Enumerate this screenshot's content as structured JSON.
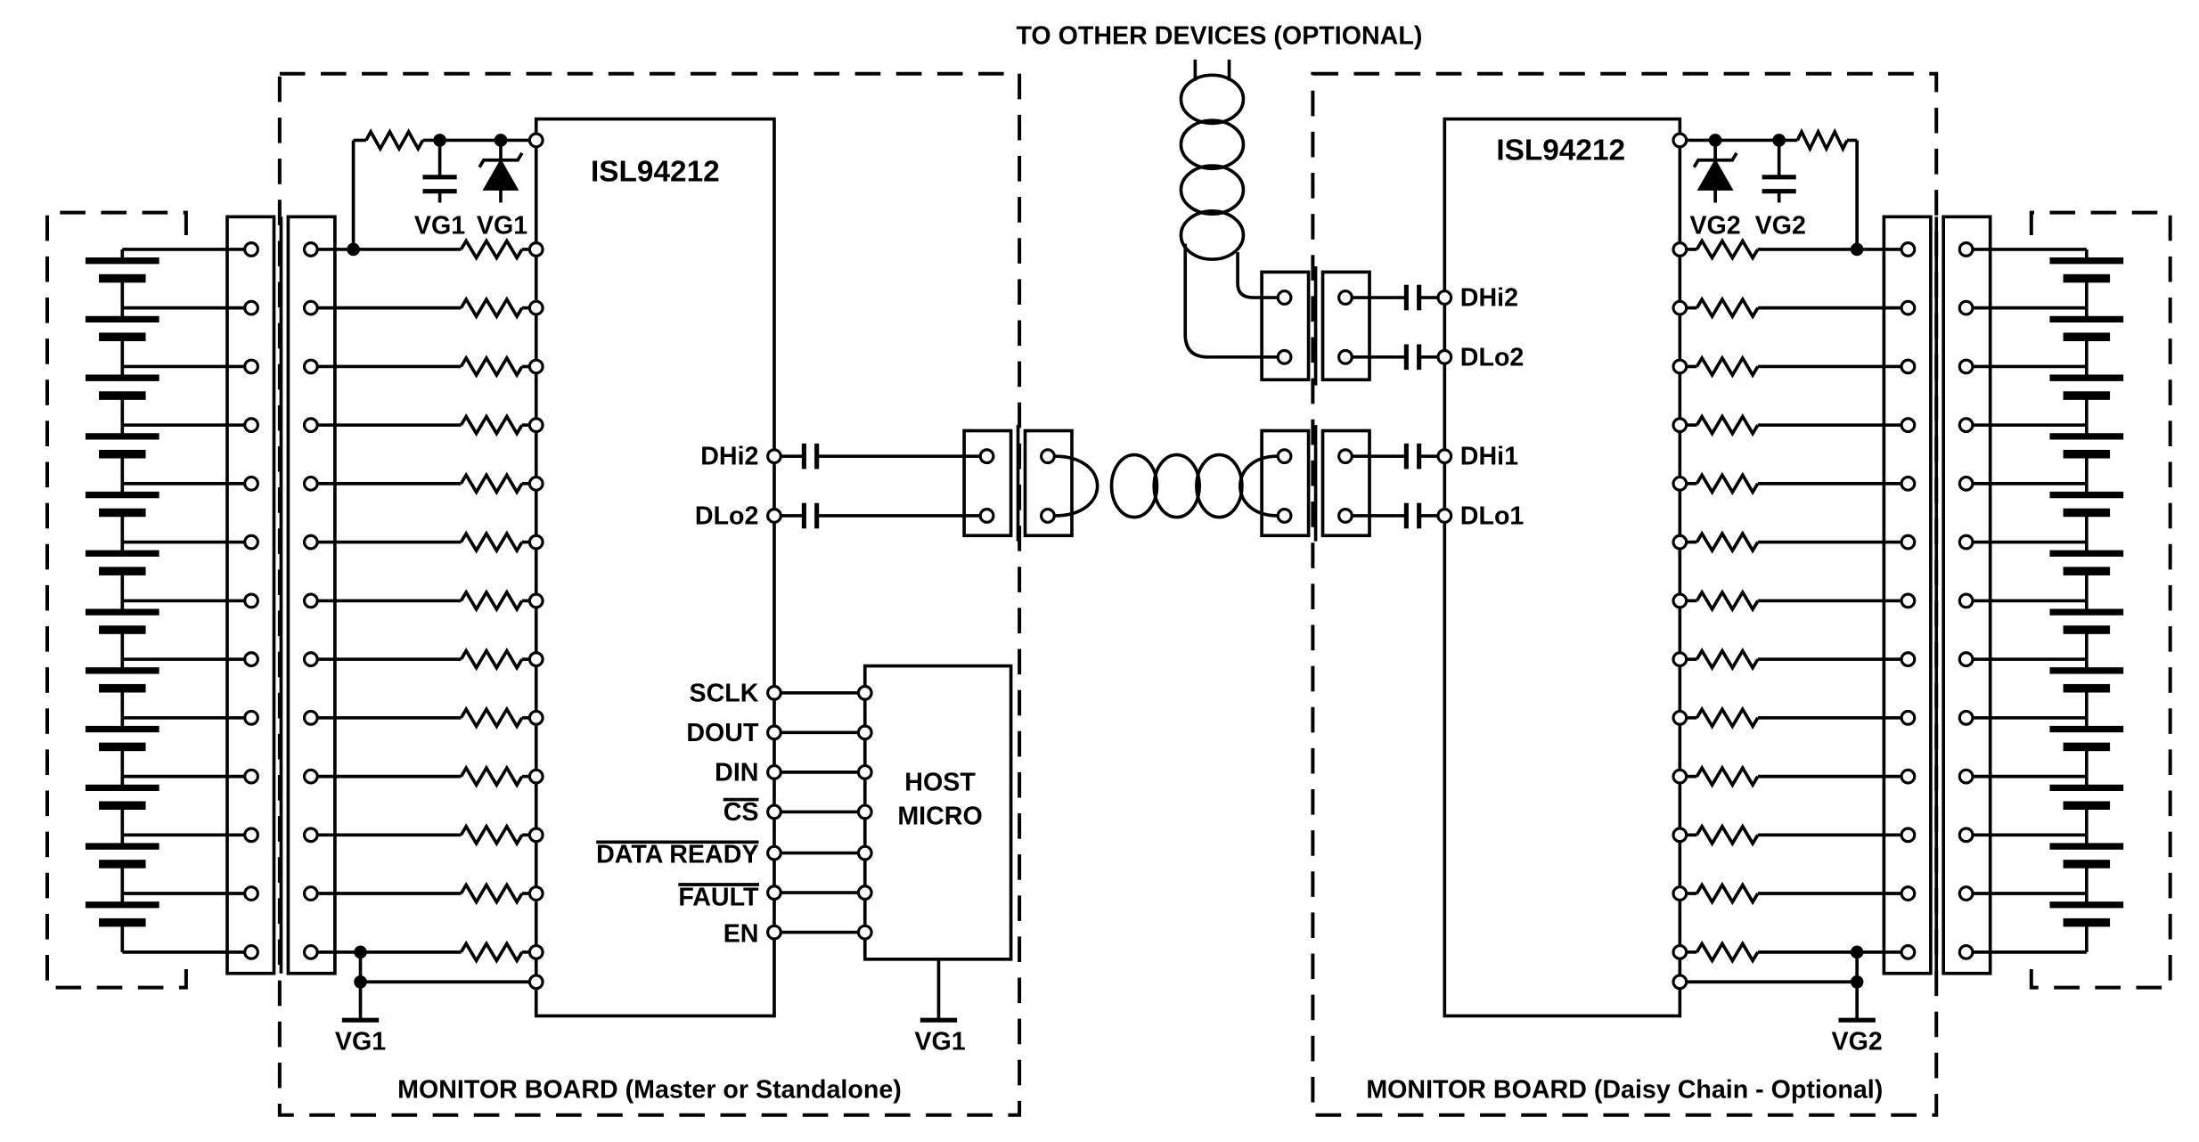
{
  "header": {
    "title": "TO OTHER DEVICES (OPTIONAL)"
  },
  "left_board": {
    "label": "MONITOR BOARD (Master or Standalone)",
    "chip_name": "ISL94212",
    "capacitor_label": "VG1",
    "zener_label": "VG1",
    "ground_label": "VG1",
    "daisy_pins": [
      "DHi2",
      "DLo2"
    ],
    "host_pins": [
      "SCLK",
      "DOUT",
      "DIN",
      "CS",
      "DATA READY",
      "FAULT",
      "EN"
    ],
    "host": {
      "line1": "HOST",
      "line2": "MICRO",
      "ground_label": "VG1"
    }
  },
  "right_board": {
    "label": "MONITOR BOARD (Daisy Chain - Optional)",
    "chip_name": "ISL94212",
    "zener_label": "VG2",
    "capacitor_label": "VG2",
    "ground_label": "VG2",
    "daisy_pins": [
      "DHi2",
      "DLo2",
      "DHi1",
      "DLo1"
    ]
  }
}
